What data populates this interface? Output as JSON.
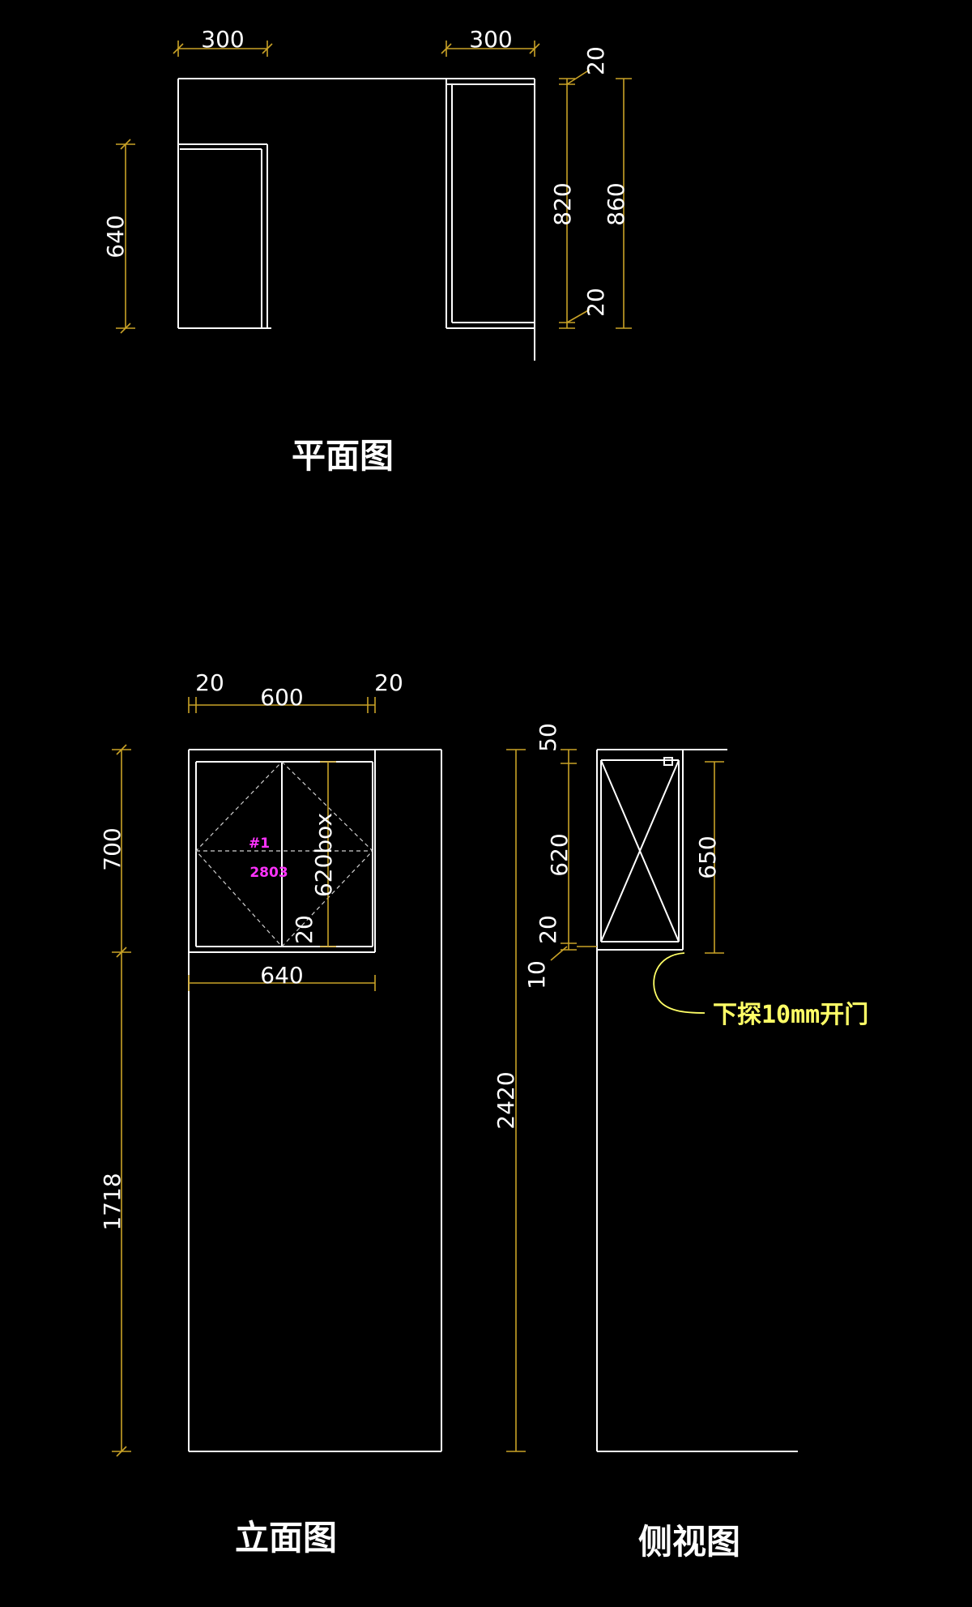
{
  "colors": {
    "background": "#000000",
    "line": "#ffffff",
    "dimension": "#c9a227",
    "tag": "#ff33ff",
    "note": "#ffff66"
  },
  "titles": {
    "plan": "平面图",
    "elevation": "立面图",
    "side": "侧视图"
  },
  "plan_dims": {
    "left_width": "300",
    "right_width": "300",
    "depth": "640",
    "top_thick": "20",
    "inner_height": "820",
    "bottom_thick": "20",
    "overall_height": "860"
  },
  "elevation_dims": {
    "left_side": "20",
    "inner_width": "600",
    "right_side": "20",
    "upper_height": "700",
    "door_height": "620box",
    "door_bottom": "20",
    "lower_width": "640",
    "lower_height": "1718"
  },
  "elevation_tags": {
    "code": "#1",
    "number": "2803"
  },
  "side_dims": {
    "top": "50",
    "inner": "620",
    "bottom_board": "20",
    "offset": "10",
    "total_height": "2420",
    "door_height": "650"
  },
  "side_note": "下探10mm开门"
}
